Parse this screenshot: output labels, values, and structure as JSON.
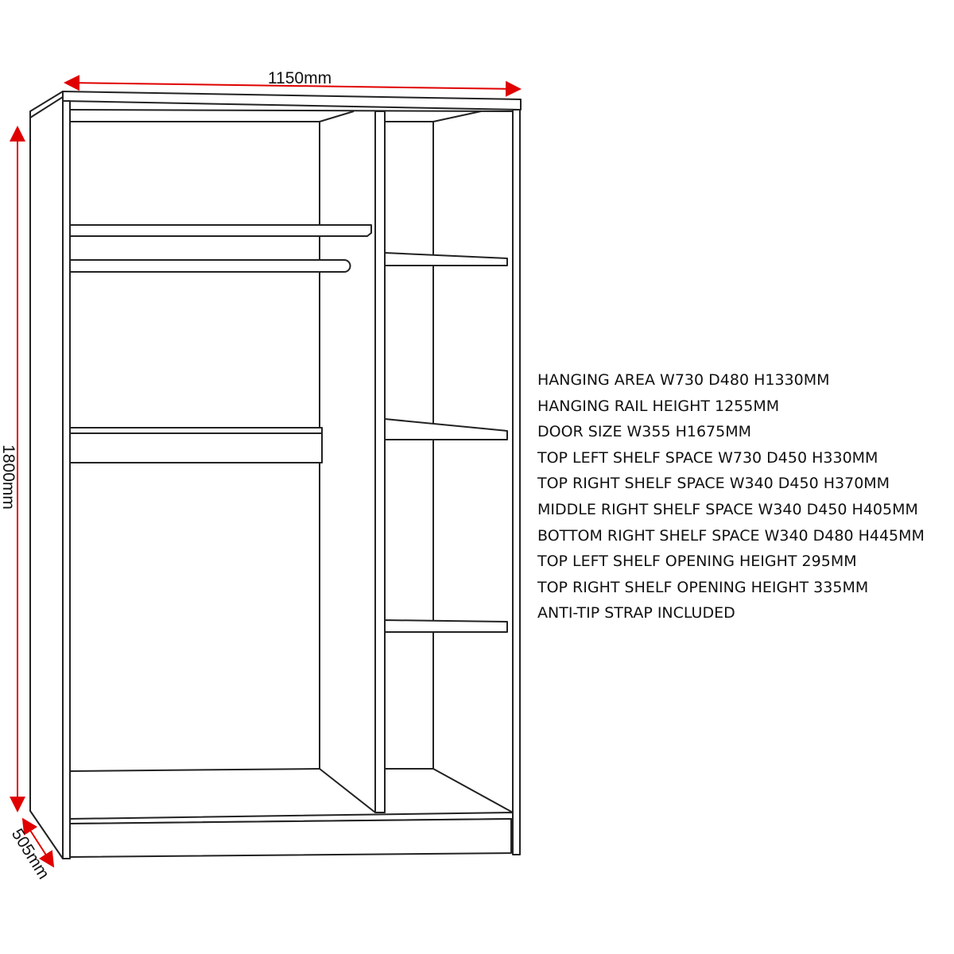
{
  "dimensions": {
    "width": "1150mm",
    "height": "1800mm",
    "depth": "505mm",
    "arrow_color": "#e00000"
  },
  "specifications": [
    "HANGING AREA W730 D480 H1330MM",
    "HANGING RAIL HEIGHT 1255MM",
    "DOOR SIZE W355 H1675MM",
    "TOP LEFT SHELF SPACE W730 D450 H330MM",
    "TOP RIGHT SHELF SPACE W340 D450 H370MM",
    "MIDDLE RIGHT SHELF SPACE W340 D450 H405MM",
    "BOTTOM RIGHT SHELF SPACE W340 D480 H445MM",
    "TOP LEFT SHELF OPENING HEIGHT 295MM",
    "TOP RIGHT SHELF OPENING HEIGHT 335MM",
    "ANTI-TIP STRAP INCLUDED"
  ]
}
